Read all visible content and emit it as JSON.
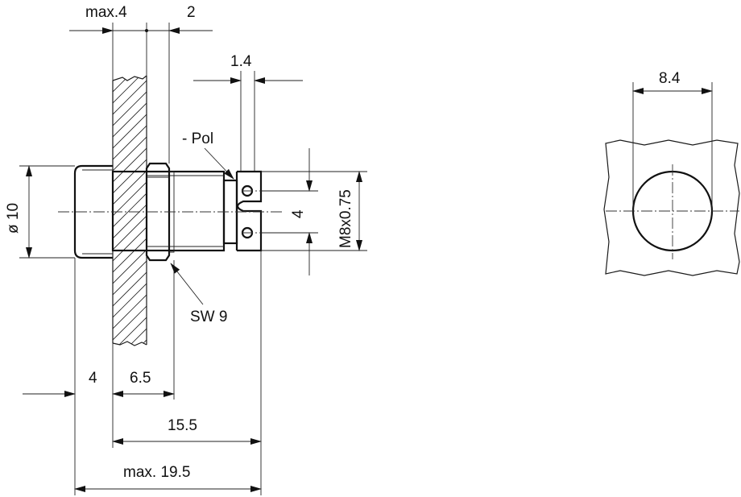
{
  "dimensions": {
    "panel_max": "max.4",
    "nut_thickness": "2",
    "pin_width": "1.4",
    "pole_label": "- Pol",
    "diameter": "ø 10",
    "thread": "M8x0.75",
    "pin_spacing": "4",
    "wrench": "SW 9",
    "cap_length": "4",
    "panel_thread": "6.5",
    "body_length": "15.5",
    "overall_length": "max. 19.5",
    "cutout": "8.4"
  },
  "icons": {
    "arrowhead": "arrowhead-icon"
  }
}
